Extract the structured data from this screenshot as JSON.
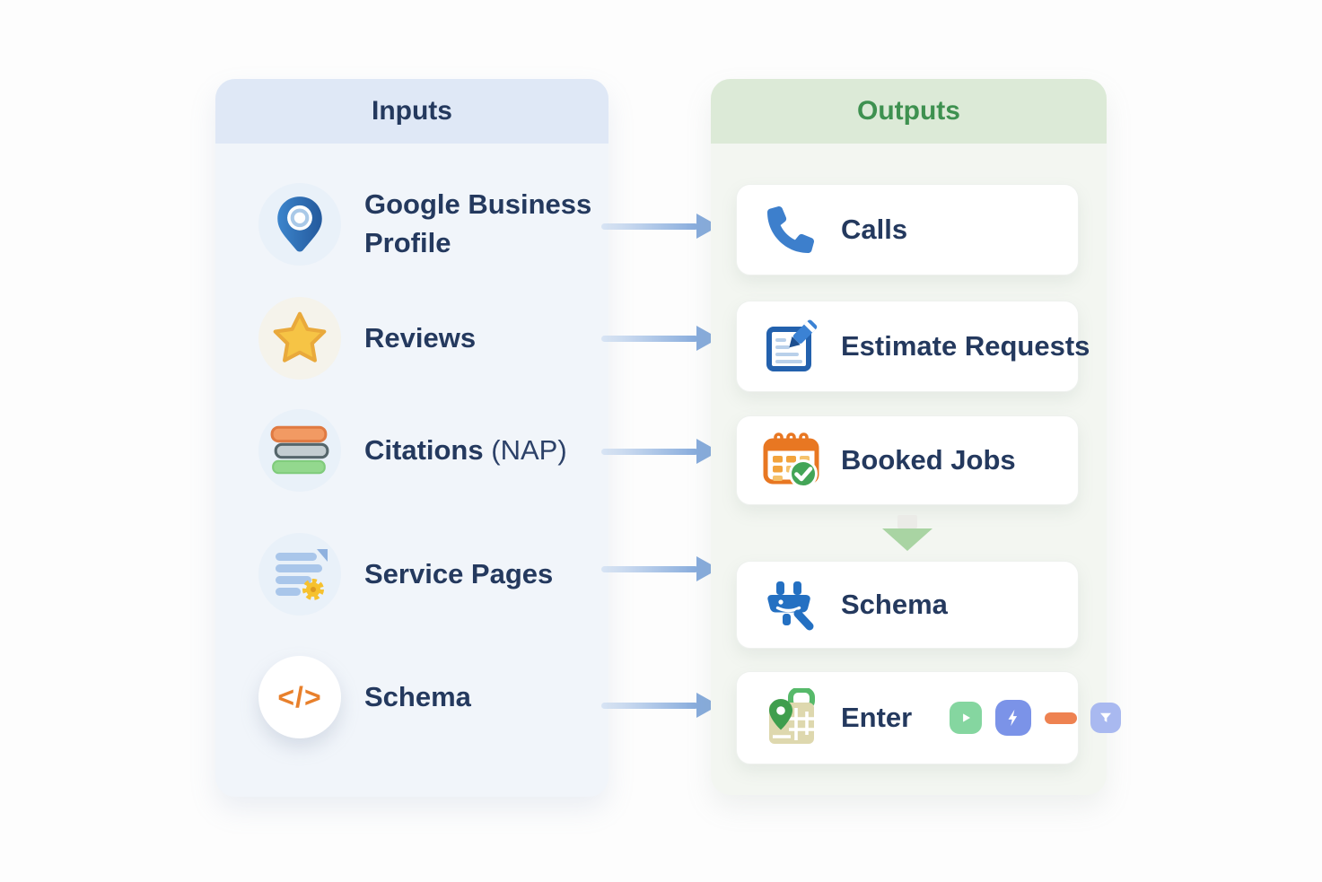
{
  "inputs_panel": {
    "title": "Inputs",
    "items": [
      {
        "label": "Google Business Profile",
        "icon": "map-pin-icon"
      },
      {
        "label": "Reviews",
        "icon": "star-icon"
      },
      {
        "label": "Citations",
        "suffix": "(NAP)",
        "icon": "citations-stack-icon"
      },
      {
        "label": "Service Pages",
        "icon": "document-gear-icon"
      },
      {
        "label": "Schema",
        "icon": "code-icon",
        "glyph": "</>"
      }
    ]
  },
  "outputs_panel": {
    "title": "Outputs",
    "items": [
      {
        "label": "Calls",
        "icon": "phone-icon"
      },
      {
        "label": "Estimate Requests",
        "icon": "estimate-note-icon"
      },
      {
        "label": "Booked Jobs",
        "icon": "calendar-check-icon"
      },
      {
        "label": "Schema",
        "icon": "plug-icon"
      },
      {
        "label": "Enter",
        "icon": "map-location-icon",
        "badges": [
          "play-badge",
          "bolt-badge",
          "dash-badge",
          "filter-badge"
        ]
      }
    ]
  },
  "colors": {
    "inputs_header_bg": "#dfe8f6",
    "inputs_title": "#24395e",
    "outputs_header_bg": "#dcead7",
    "outputs_title": "#3e9150",
    "item_text": "#24395e",
    "flow_arrow_blue": "#86abdc",
    "down_arrow_green": "#a9d4a3",
    "star_gold": "#f6c445",
    "phone_blue": "#3d7fcc",
    "calendar_orange": "#e87722",
    "check_green": "#43a557",
    "code_orange": "#e8802c"
  }
}
